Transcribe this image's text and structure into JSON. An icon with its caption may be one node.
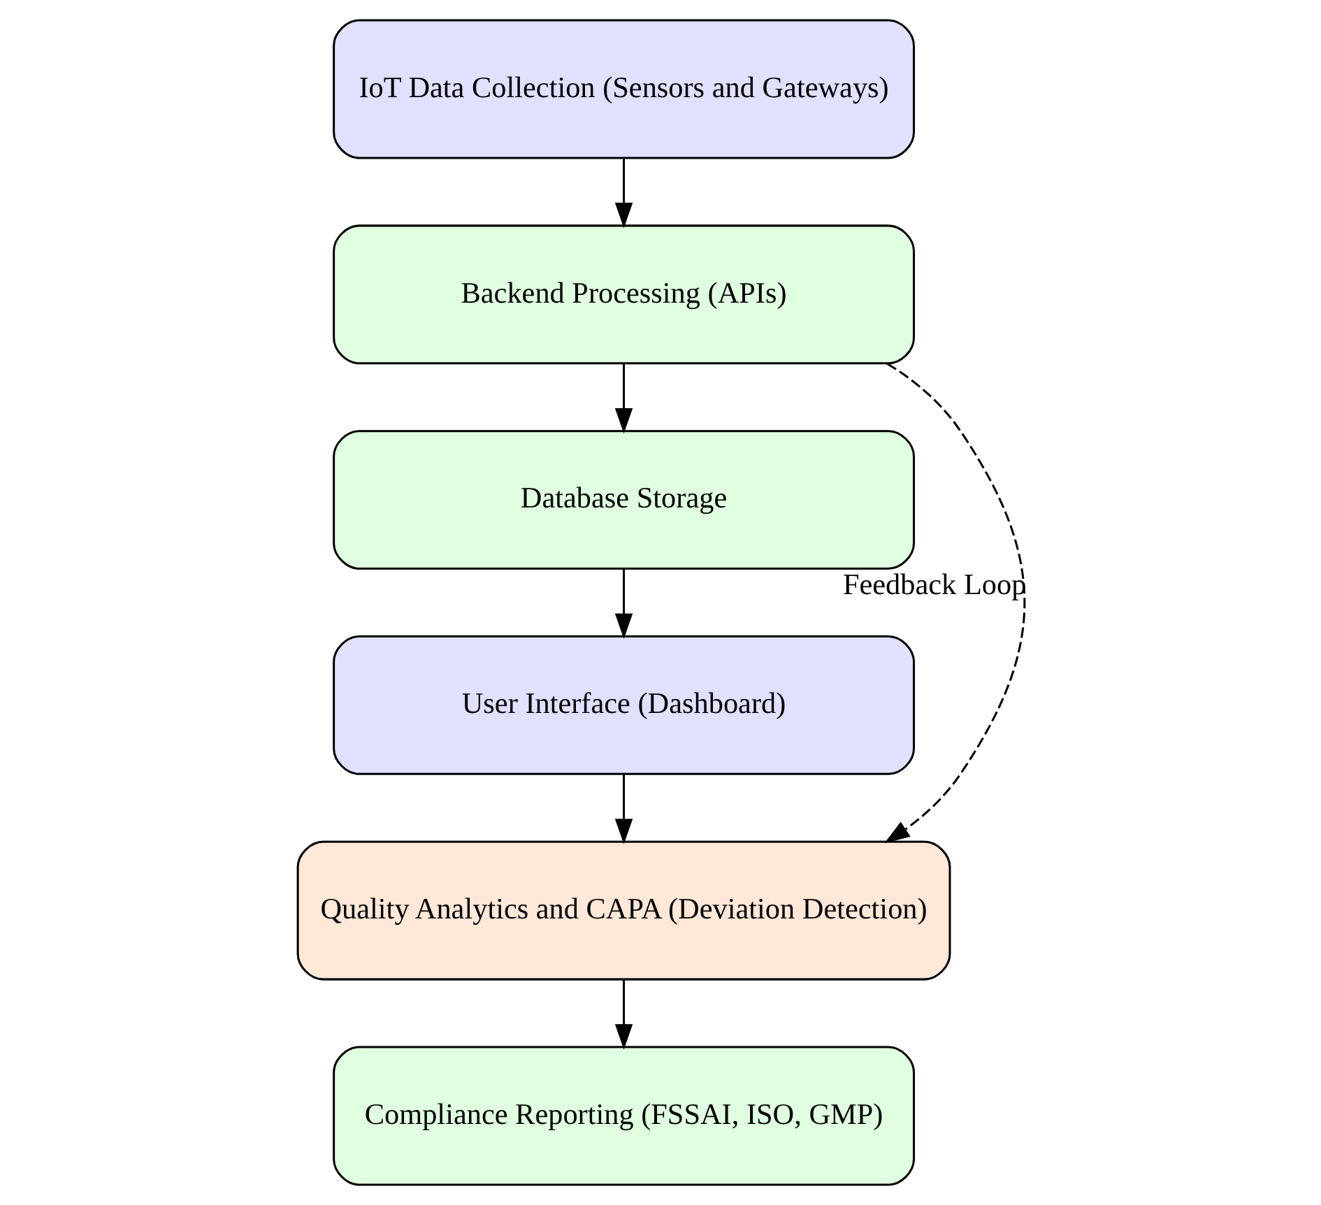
{
  "diagram": {
    "nodes": [
      {
        "text": [
          "IoT Data Collection (Sensors and Gateways)"
        ]
      },
      {
        "text": [
          "Backend Processing (APIs)"
        ]
      },
      {
        "text": [
          "Database Storage"
        ]
      },
      {
        "text": [
          "User Interface (Dashboard)"
        ]
      },
      {
        "text": [
          "Quality Analytics and CAPA (Deviation Detection)"
        ]
      },
      {
        "text": [
          "Compliance Reporting (FSSAI, ISO, GMP)"
        ]
      }
    ],
    "edges": [
      {
        "from": 0,
        "to": 1,
        "arrow": "to"
      },
      {
        "from": 1,
        "to": 2,
        "arrow": "to"
      },
      {
        "from": 2,
        "to": 3,
        "arrow": "to"
      },
      {
        "from": 3,
        "to": 4,
        "arrow": "to"
      },
      {
        "from": 4,
        "to": 5,
        "arrow": "to"
      },
      {
        "from": 1,
        "to": 4,
        "arrow": "to",
        "style": "dashed",
        "label": "Feedback Loop"
      }
    ]
  }
}
